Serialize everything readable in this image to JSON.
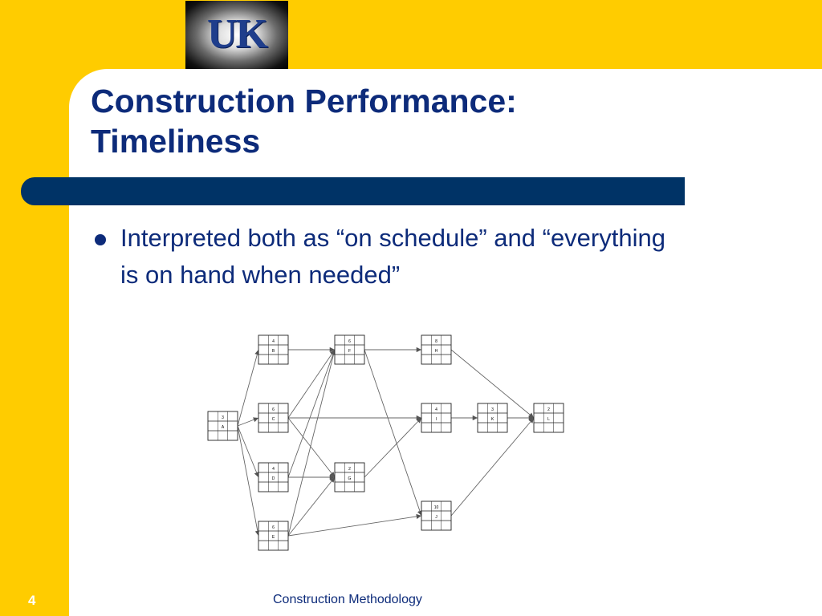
{
  "logo": {
    "text": "UK"
  },
  "slide": {
    "title_line1": "Construction Performance:",
    "title_line2": "Timeliness",
    "bullets": [
      "Interpreted both as “on schedule” and “everything is on hand when needed”"
    ],
    "page_number": "4",
    "footer": "Construction Methodology"
  },
  "colors": {
    "background": "#ffcc00",
    "title": "#0d2b7a",
    "bar": "#003366",
    "panel": "#ffffff"
  },
  "network": {
    "nodes": [
      {
        "id": "A",
        "duration": "3"
      },
      {
        "id": "B",
        "duration": "4"
      },
      {
        "id": "C",
        "duration": "6"
      },
      {
        "id": "D",
        "duration": "4"
      },
      {
        "id": "E",
        "duration": "6"
      },
      {
        "id": "F",
        "duration": "6"
      },
      {
        "id": "G",
        "duration": "2"
      },
      {
        "id": "H",
        "duration": "8"
      },
      {
        "id": "I",
        "duration": "4"
      },
      {
        "id": "J",
        "duration": "10"
      },
      {
        "id": "K",
        "duration": "3"
      },
      {
        "id": "L",
        "duration": "2"
      }
    ],
    "edges": [
      [
        "A",
        "B"
      ],
      [
        "A",
        "C"
      ],
      [
        "A",
        "D"
      ],
      [
        "A",
        "E"
      ],
      [
        "B",
        "F"
      ],
      [
        "C",
        "F"
      ],
      [
        "D",
        "F"
      ],
      [
        "E",
        "F"
      ],
      [
        "C",
        "G"
      ],
      [
        "D",
        "G"
      ],
      [
        "E",
        "G"
      ],
      [
        "C",
        "I"
      ],
      [
        "F",
        "H"
      ],
      [
        "F",
        "J"
      ],
      [
        "G",
        "I"
      ],
      [
        "E",
        "J"
      ],
      [
        "H",
        "L"
      ],
      [
        "I",
        "K"
      ],
      [
        "K",
        "L"
      ],
      [
        "J",
        "L"
      ]
    ]
  }
}
